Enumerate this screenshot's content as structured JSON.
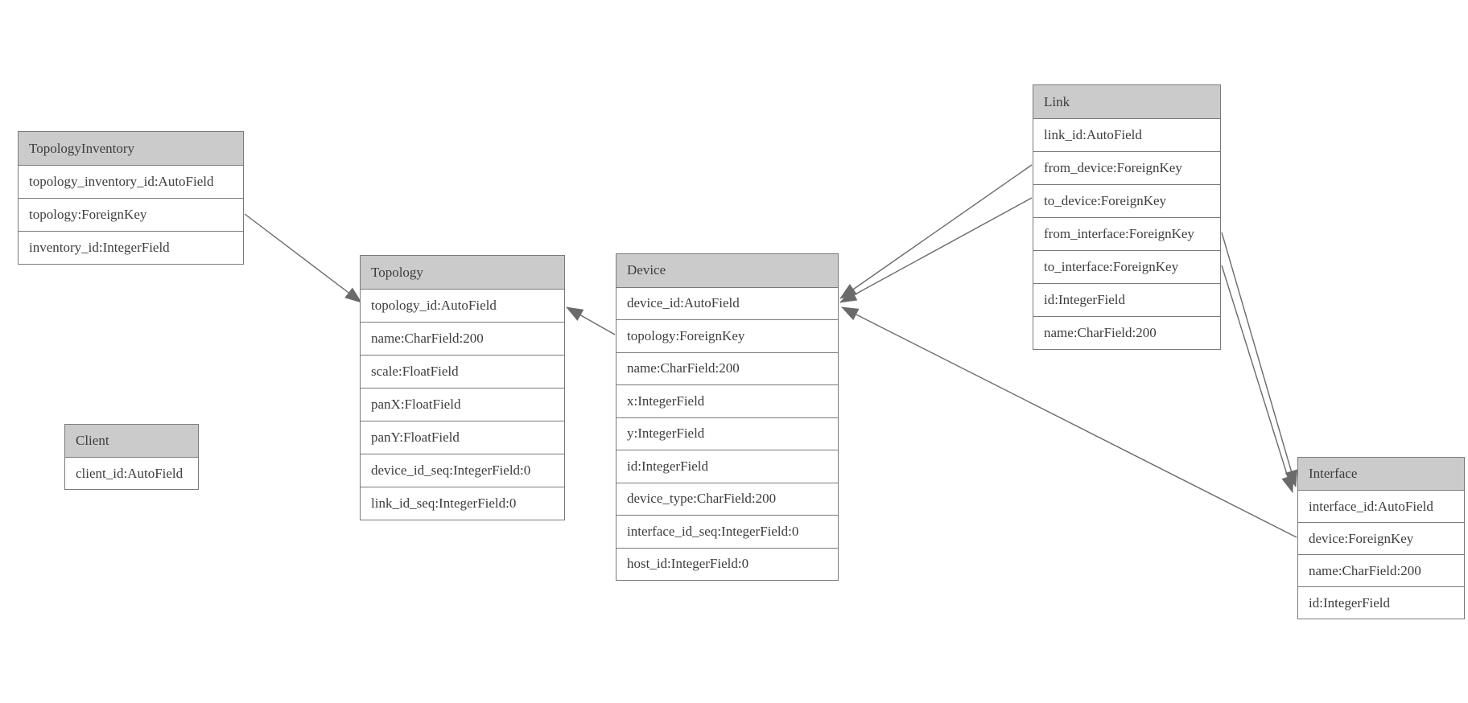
{
  "diagram": {
    "type": "entity-relationship-model",
    "background_color": "#ffffff",
    "colors": {
      "header_fill": "#cbcbcb",
      "border": "#7a7a7a",
      "row_fill": "#ffffff",
      "text": "#3d3d3d",
      "edge": "#6a6a6a",
      "arrowhead": "#6a6a6a"
    },
    "entities": [
      {
        "name": "TopologyInventory",
        "fields": [
          "topology_inventory_id:AutoField",
          "topology:ForeignKey",
          "inventory_id:IntegerField"
        ]
      },
      {
        "name": "Topology",
        "fields": [
          "topology_id:AutoField",
          "name:CharField:200",
          "scale:FloatField",
          "panX:FloatField",
          "panY:FloatField",
          "device_id_seq:IntegerField:0",
          "link_id_seq:IntegerField:0"
        ]
      },
      {
        "name": "Client",
        "fields": [
          "client_id:AutoField"
        ]
      },
      {
        "name": "Device",
        "fields": [
          "device_id:AutoField",
          "topology:ForeignKey",
          "name:CharField:200",
          "x:IntegerField",
          "y:IntegerField",
          "id:IntegerField",
          "device_type:CharField:200",
          "interface_id_seq:IntegerField:0",
          "host_id:IntegerField:0"
        ]
      },
      {
        "name": "Link",
        "fields": [
          "link_id:AutoField",
          "from_device:ForeignKey",
          "to_device:ForeignKey",
          "from_interface:ForeignKey",
          "to_interface:ForeignKey",
          "id:IntegerField",
          "name:CharField:200"
        ]
      },
      {
        "name": "Interface",
        "fields": [
          "interface_id:AutoField",
          "device:ForeignKey",
          "name:CharField:200",
          "id:IntegerField"
        ]
      }
    ],
    "relations": [
      {
        "from": "TopologyInventory.topology",
        "to": "Topology.topology_id"
      },
      {
        "from": "Device.topology",
        "to": "Topology.topology_id"
      },
      {
        "from": "Link.from_device",
        "to": "Device.device_id"
      },
      {
        "from": "Link.to_device",
        "to": "Device.device_id"
      },
      {
        "from": "Interface.device",
        "to": "Device.device_id"
      },
      {
        "from": "Link.from_interface",
        "to": "Interface.interface_id"
      },
      {
        "from": "Link.to_interface",
        "to": "Interface.interface_id"
      }
    ]
  }
}
